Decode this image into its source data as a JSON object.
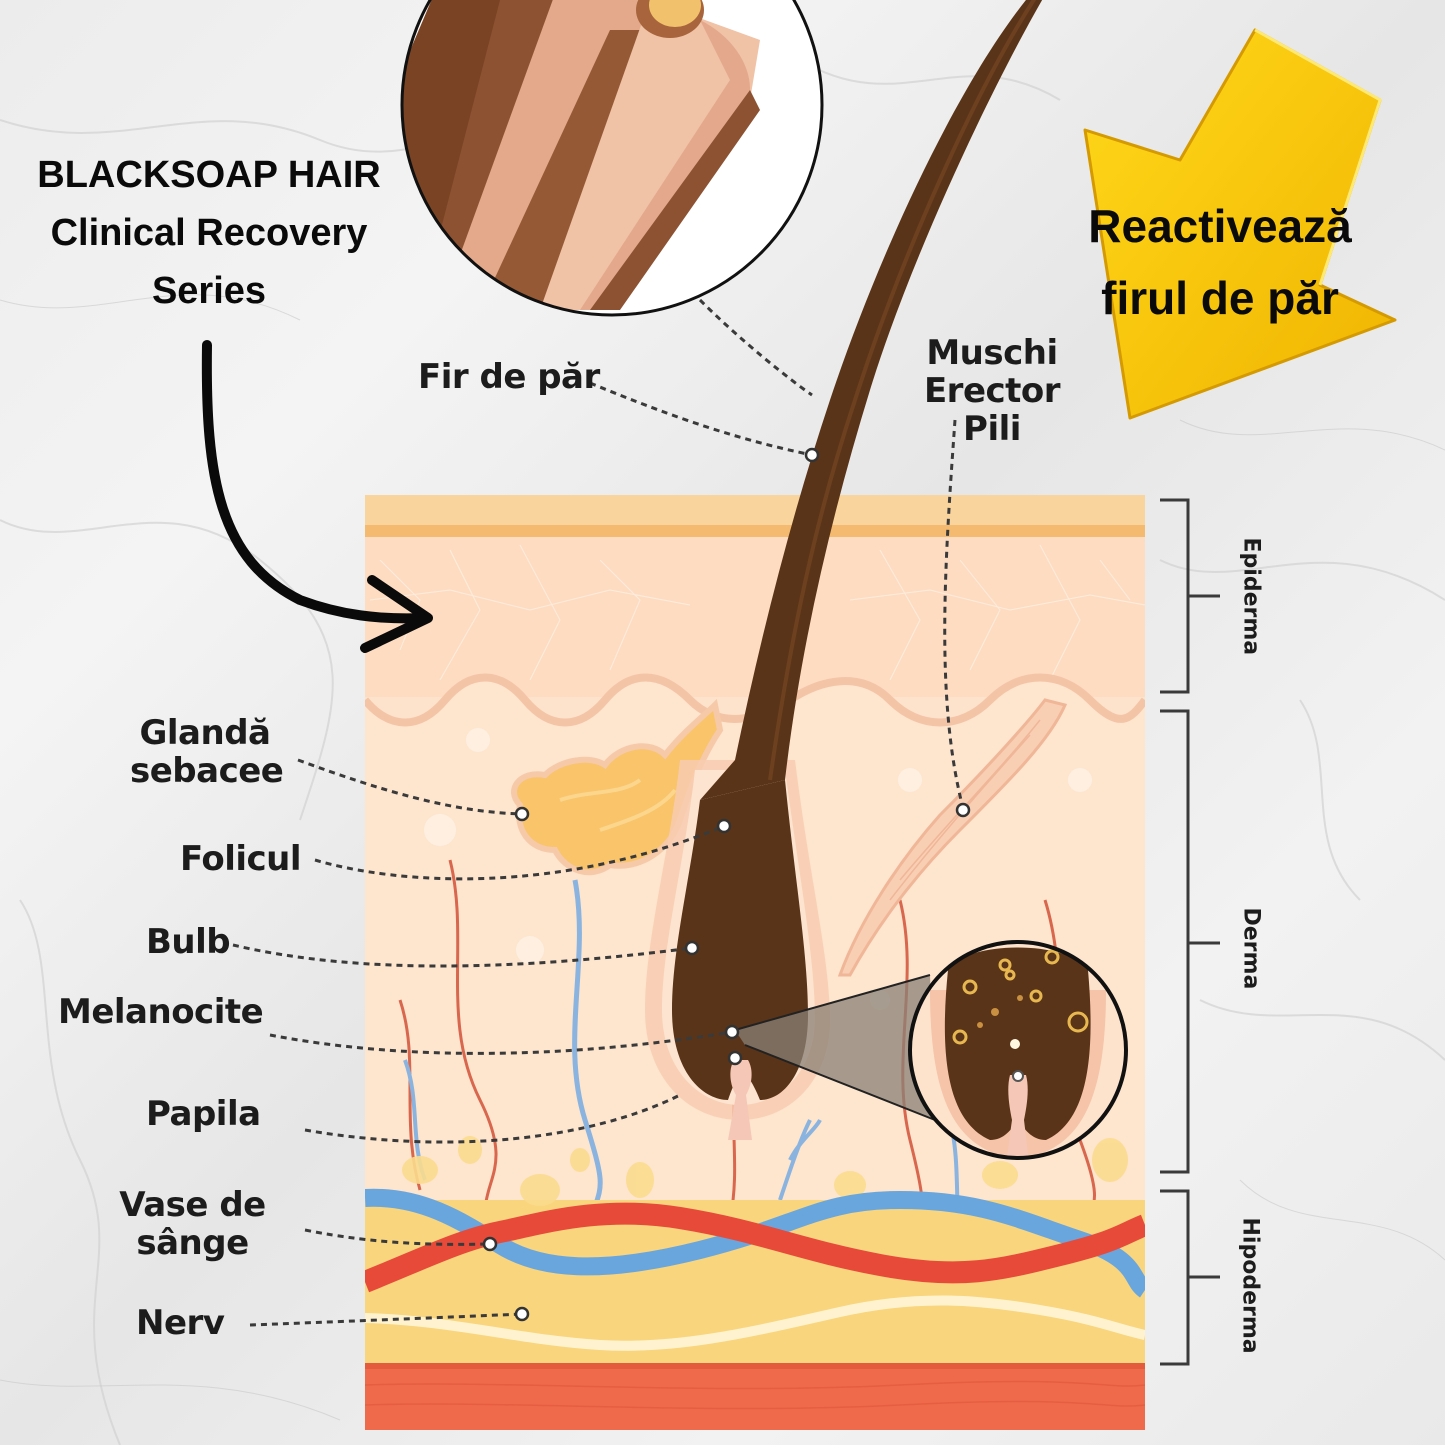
{
  "brand": {
    "line1": "BLACKSOAP HAIR",
    "line2": "Clinical Recovery",
    "line3": "Series"
  },
  "promo": {
    "line1": "Reactivează",
    "line2": "firul de păr",
    "arrow_color": "#f5c400"
  },
  "labels": {
    "fir_de_par": "Fir de păr",
    "muschi_line1": "Muschi",
    "muschi_line2": "Erector Pili",
    "glanda_line1": "Glandă",
    "glanda_line2": "sebacee",
    "folicul": "Folicul",
    "bulb": "Bulb",
    "melanocite": "Melanocite",
    "papila": "Papila",
    "vase_line1": "Vase de",
    "vase_line2": "sânge",
    "nerv": "Nerv"
  },
  "layers": {
    "epiderma": "Epiderma",
    "derma": "Derma",
    "hipoderma": "Hipoderma"
  },
  "colors": {
    "hair": "#5a3418",
    "skin": "#fde0c6",
    "epidermis_top": "#f8c98a",
    "fat": "#f9d17a",
    "artery": "#e84a3a",
    "vein": "#6aa6de",
    "muscle": "#f26b4a"
  }
}
